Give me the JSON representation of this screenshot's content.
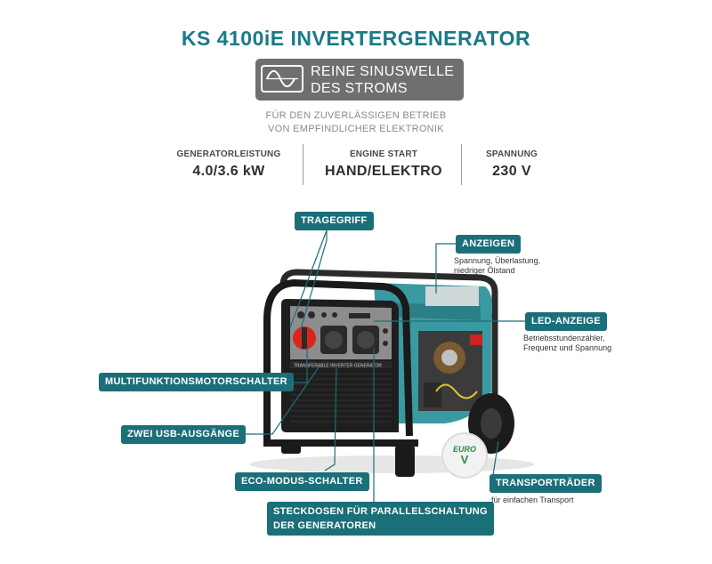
{
  "title": "KS 4100iE INVERTERGENERATOR",
  "sine_badge": {
    "line1": "REINE SINUSWELLE",
    "line2": "DES STROMS",
    "icon": "sine-wave-icon"
  },
  "subtitle": {
    "line1": "FÜR DEN ZUVERLÄSSIGEN BETRIEB",
    "line2": "VON EMPFINDLICHER ELEKTRONIK"
  },
  "specs": [
    {
      "label": "GENERATORLEISTUNG",
      "value": "4.0/3.6 kW"
    },
    {
      "label": "ENGINE START",
      "value": "HAND/ELEKTRO"
    },
    {
      "label": "SPANNUNG",
      "value": "230 V"
    }
  ],
  "callouts": {
    "tragegriff": "TRAGEGRIFF",
    "anzeigen": {
      "label": "ANZEIGEN",
      "note1": "Spannung, Überlastung,",
      "note2": "niedriger Ölstand"
    },
    "led": {
      "label": "LED-ANZEIGE",
      "note1": "Betriebsstundenzähler,",
      "note2": "Frequenz und Spannung"
    },
    "motorschalter": "MULTIFUNKTIONSMOTORSCHALTER",
    "usb": "ZWEI USB-AUSGÄNGE",
    "eco": "ECO-MODUS-SCHALTER",
    "steckdosen": {
      "line1": "STECKDOSEN FÜR PARALLELSCHALTUNG",
      "line2": "DER GENERATOREN"
    },
    "raeder": {
      "label": "TRANSPORTRÄDER",
      "note": "für einfachen Transport"
    }
  },
  "panel_text": "TRANSFERABLE INVERTER GENERATOR",
  "euro_badge": {
    "line1": "EURO",
    "line2": "V"
  },
  "colors": {
    "accent": "#1b6f79",
    "title": "#1a7a86",
    "badge_gray": "#6f6f6f",
    "generator_teal": "#3a9aa2"
  }
}
